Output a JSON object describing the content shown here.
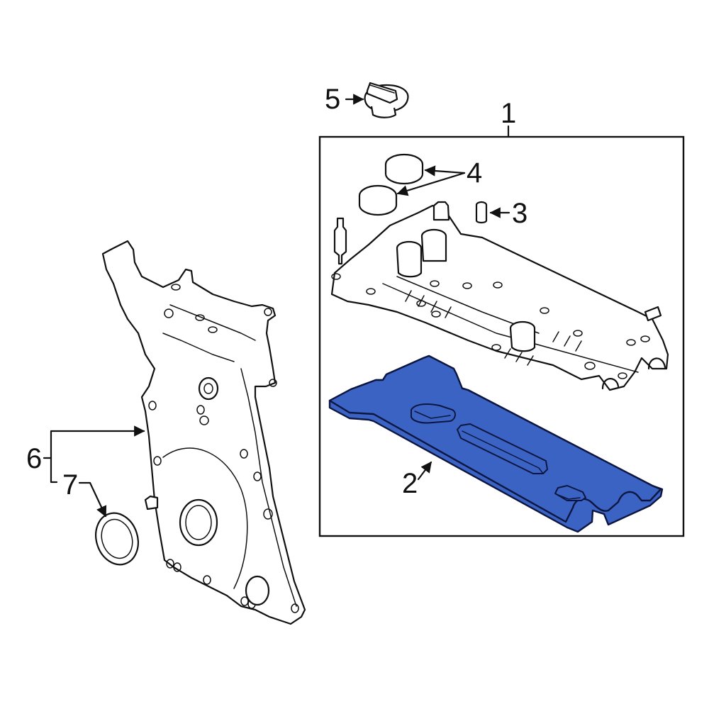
{
  "diagram": {
    "type": "exploded-parts-diagram",
    "highlight_color": "#3a63c4",
    "line_color": "#111111",
    "background_color": "#ffffff"
  },
  "callouts": [
    {
      "number": "1",
      "part": "valve-cover-assembly"
    },
    {
      "number": "2",
      "part": "valve-cover-gasket",
      "highlighted": true
    },
    {
      "number": "3",
      "part": "dowel-sleeve"
    },
    {
      "number": "4",
      "part": "spark-plug-tube-seals"
    },
    {
      "number": "5",
      "part": "oil-filler-cap"
    },
    {
      "number": "6",
      "part": "timing-cover"
    },
    {
      "number": "7",
      "part": "crankshaft-front-seal"
    }
  ],
  "labels": {
    "c1": "1",
    "c2": "2",
    "c3": "3",
    "c4": "4",
    "c5": "5",
    "c6": "6",
    "c7": "7"
  }
}
